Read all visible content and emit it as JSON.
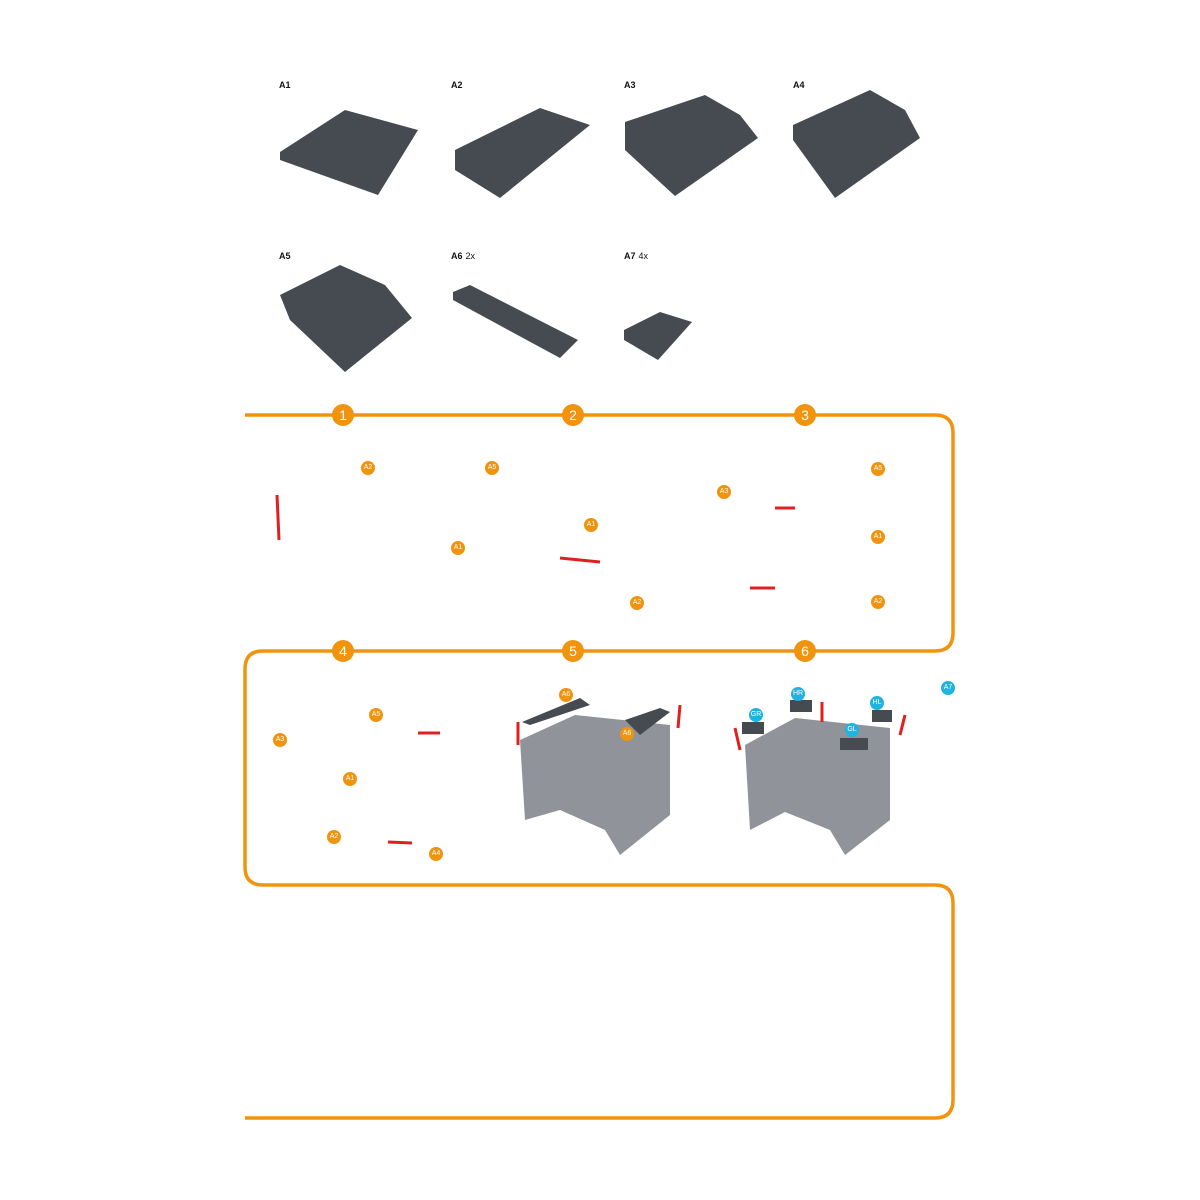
{
  "parts": [
    {
      "id": "A1",
      "qty": ""
    },
    {
      "id": "A2",
      "qty": ""
    },
    {
      "id": "A3",
      "qty": ""
    },
    {
      "id": "A4",
      "qty": ""
    },
    {
      "id": "A5",
      "qty": ""
    },
    {
      "id": "A6",
      "qty": "2x"
    },
    {
      "id": "A7",
      "qty": "4x"
    }
  ],
  "steps": [
    "1",
    "2",
    "3",
    "4",
    "5",
    "6"
  ],
  "tags": {
    "s1": [
      "A2",
      "A1"
    ],
    "s2": [
      "A5",
      "A1",
      "A2"
    ],
    "s3": [
      "A3",
      "A5",
      "A1",
      "A2"
    ],
    "s4": [
      "A3",
      "A5",
      "A1",
      "A2",
      "A4"
    ],
    "s5": [
      "A6",
      "A6"
    ],
    "s6": [
      "GR",
      "HR",
      "HL",
      "GL",
      "A7"
    ]
  },
  "colors": {
    "accent": "#f0930f",
    "label_blue": "#1fb3dd",
    "part": "#464b52",
    "arrow": "#e02020"
  }
}
